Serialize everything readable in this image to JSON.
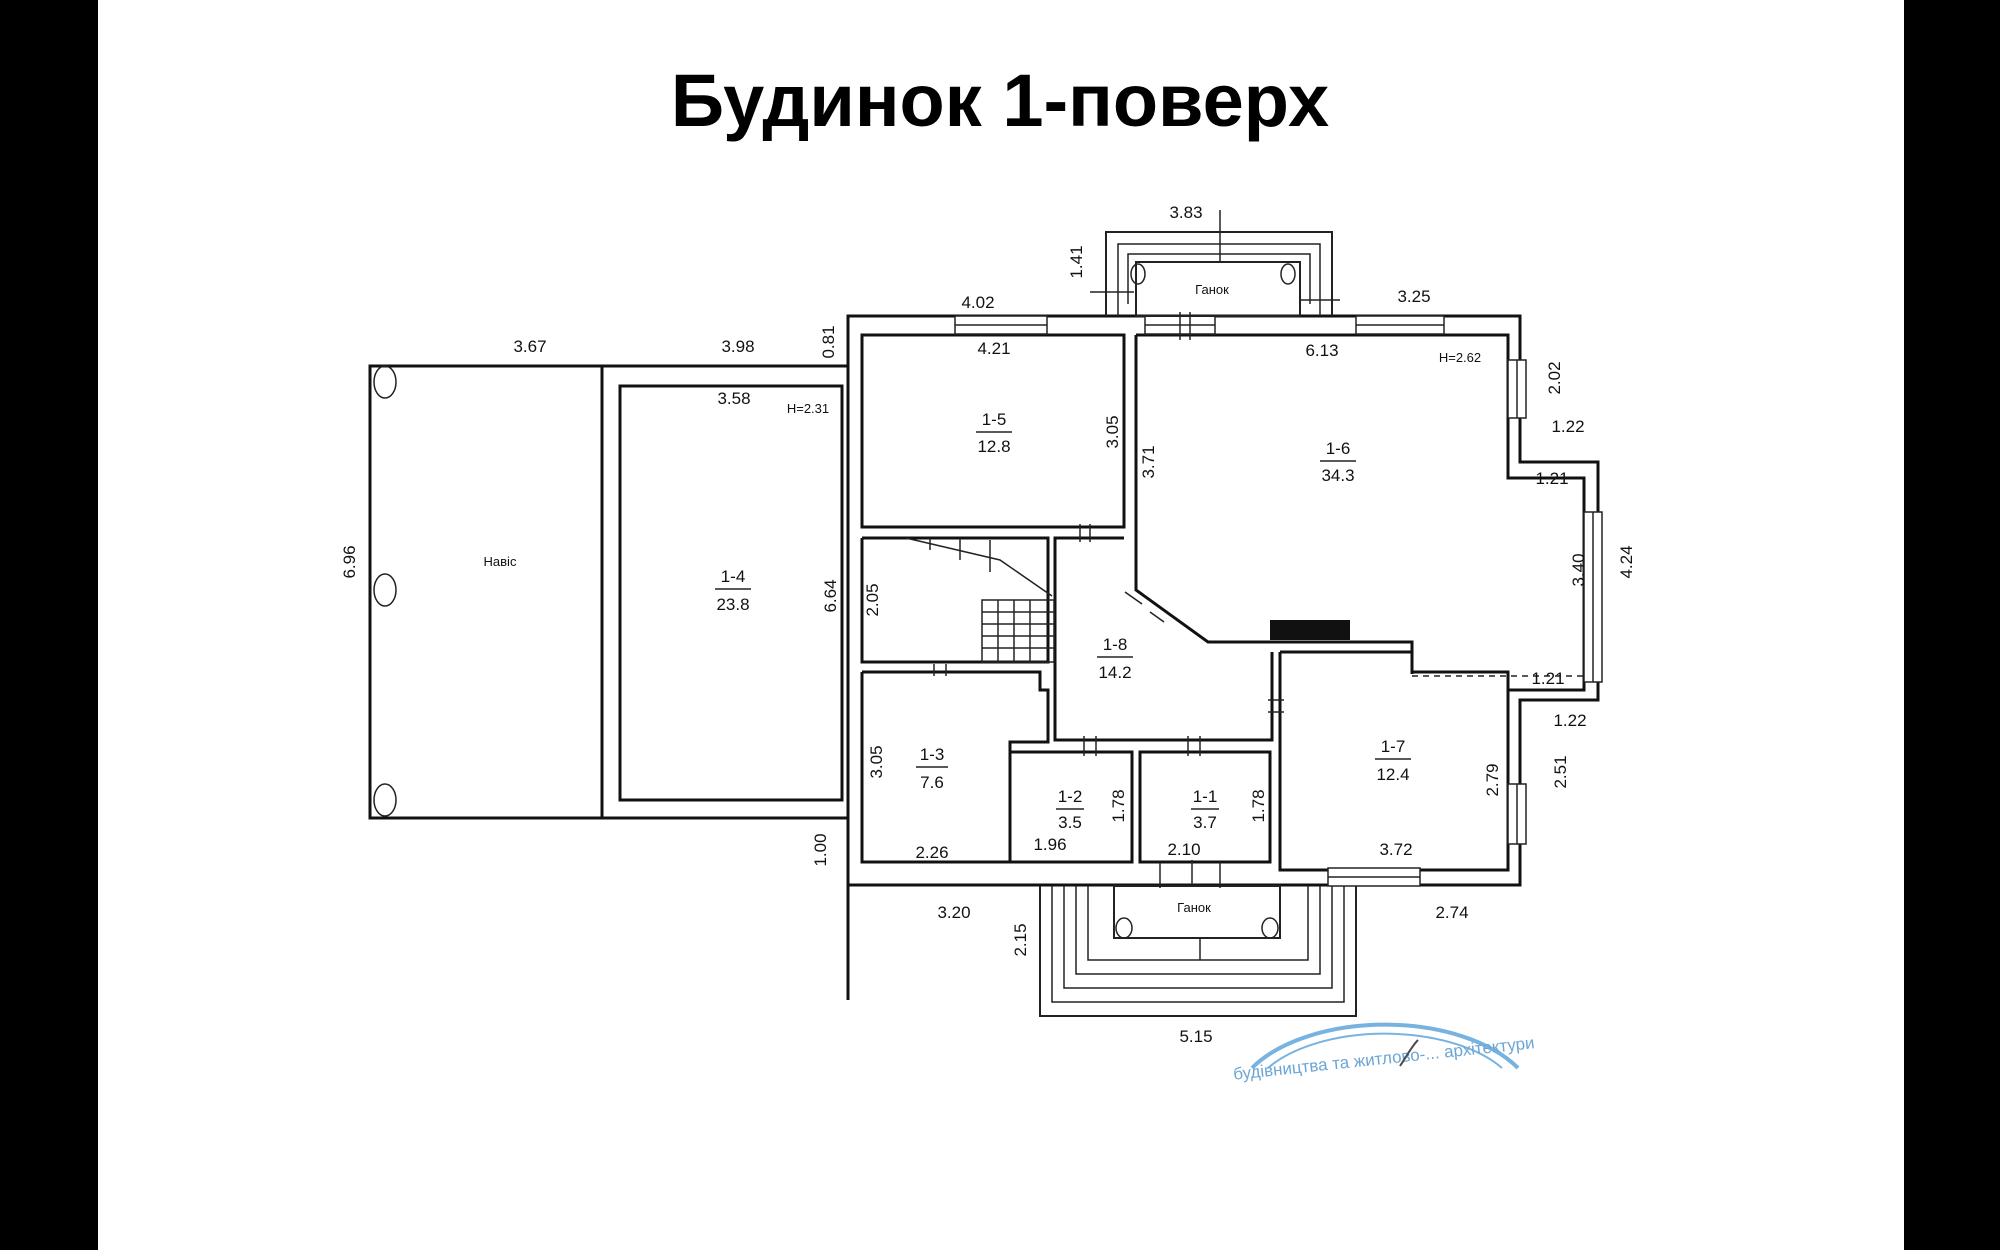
{
  "title": "Будинок 1-поверх",
  "plan": {
    "rooms": [
      {
        "id": "1-1",
        "area": "3.7"
      },
      {
        "id": "1-2",
        "area": "3.5"
      },
      {
        "id": "1-3",
        "area": "7.6"
      },
      {
        "id": "1-4",
        "area": "23.8"
      },
      {
        "id": "1-5",
        "area": "12.8"
      },
      {
        "id": "1-6",
        "area": "34.3"
      },
      {
        "id": "1-7",
        "area": "12.4"
      },
      {
        "id": "1-8",
        "area": "14.2"
      }
    ],
    "labels": {
      "canopy": "Навіс",
      "porch_top": "Ганок",
      "porch_bottom": "Ганок",
      "height_1_4": "Н=2.31",
      "height_1_6": "Н=2.62"
    },
    "dims": [
      "3.83",
      "1.41",
      "3.25",
      "4.02",
      "4.21",
      "6.13",
      "3.67",
      "3.98",
      "0.81",
      "3.58",
      "2.02",
      "1.22",
      "3.05",
      "3.71",
      "1.21",
      "6.96",
      "6.64",
      "2.05",
      "3.40",
      "4.24",
      "1.21",
      "1.22",
      "3.05",
      "1.78",
      "1.78",
      "2.79",
      "2.51",
      "1.00",
      "2.26",
      "1.96",
      "2.10",
      "3.72",
      "3.20",
      "2.74",
      "2.15",
      "5.15"
    ],
    "stamp_text": "будівництва та житлово-... архітектури"
  }
}
